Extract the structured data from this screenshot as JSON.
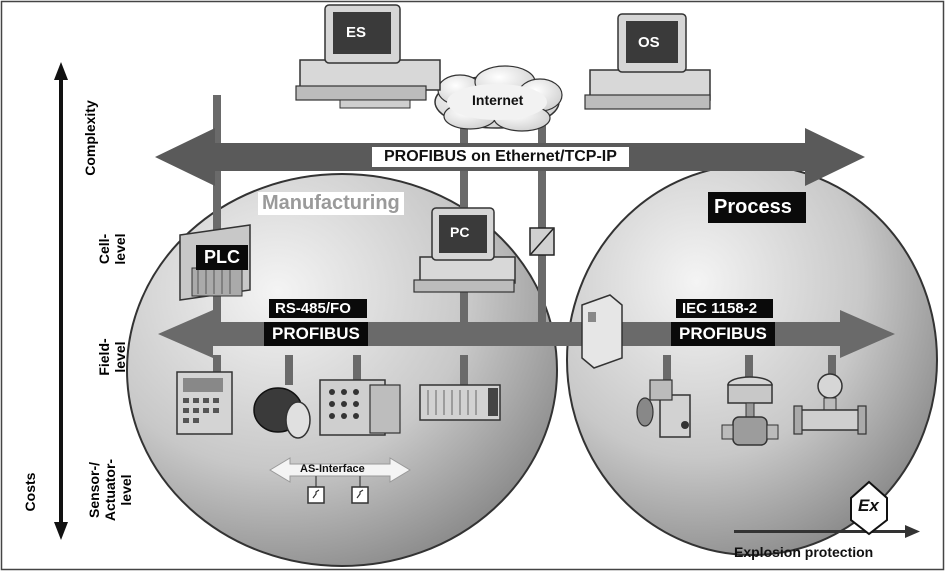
{
  "labels": {
    "internet": "Internet",
    "ethernet_bus": "PROFIBUS on Ethernet/TCP-IP",
    "manufacturing": "Manufacturing",
    "process": "Process",
    "plc": "PLC",
    "pc": "PC",
    "es": "ES",
    "os": "OS",
    "rs485_line1": "RS-485/FO",
    "rs485_line2": "PROFIBUS",
    "iec_line1": "IEC 1158-2",
    "iec_line2": "PROFIBUS",
    "as_interface": "AS-Interface",
    "explosion_protection": "Explosion protection",
    "ex_symbol": "Ex"
  },
  "axis": {
    "complexity": "Complexity",
    "costs": "Costs",
    "cell_level": [
      "Cell-",
      "level"
    ],
    "field_level": [
      "Field-",
      "level"
    ],
    "sensor_level": [
      "Sensor-/",
      "Actuator-",
      "level"
    ]
  },
  "colors": {
    "arrow_gray": "#5a5a5a",
    "sphere_light": "#e8e8e8",
    "sphere_dark": "#9a9a9a",
    "label_black": "#0a0a0a",
    "manufacturing_text": "#9a9a9a"
  }
}
